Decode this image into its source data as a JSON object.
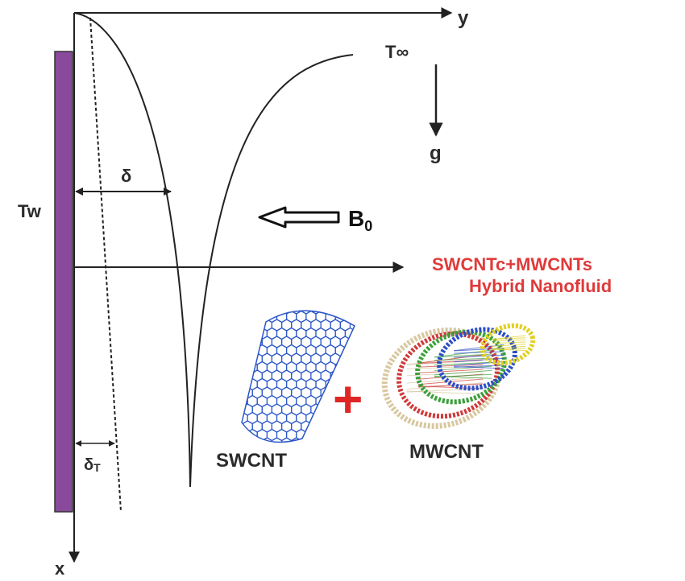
{
  "labels": {
    "y_axis": "y",
    "x_axis": "x",
    "wall_temp": "Tw",
    "ambient_temp": "T∞",
    "gravity": "g",
    "velocity_bl": "δ",
    "thermal_bl": "δ",
    "thermal_bl_sub": "T",
    "magnetic_field": "B",
    "magnetic_field_sub": "0",
    "fluid_line1": "SWCNTc+MWCNTs",
    "fluid_line2": "Hybrid Nanofluid",
    "plus": "+",
    "swcnt": "SWCNT",
    "mwcnt": "MWCNT"
  },
  "colors": {
    "wall": "#8a4a9c",
    "fluid_text": "#e03a3a",
    "plus": "#e02525",
    "swcnt": "#2a56c8",
    "mwcnt_layers": [
      "#d8c8a0",
      "#d03a3a",
      "#3aa03a",
      "#2a4ec8",
      "#e0d020"
    ]
  }
}
